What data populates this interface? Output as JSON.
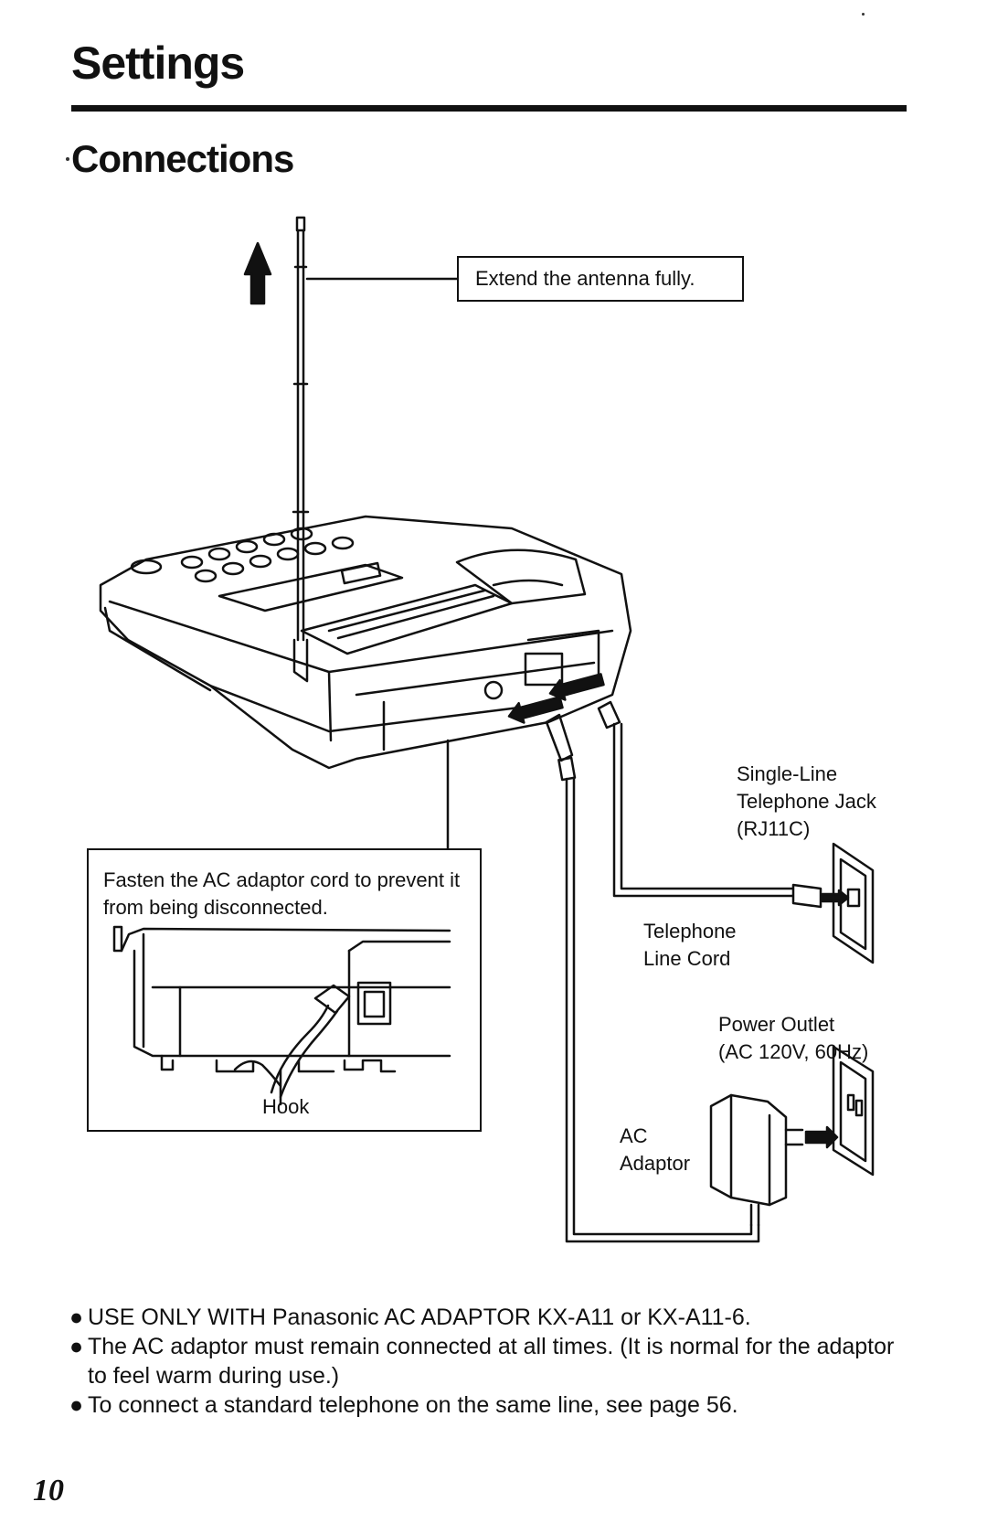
{
  "page": {
    "section_title": "Settings",
    "subsection_title": "Connections",
    "page_number": "10"
  },
  "diagram": {
    "antenna_callout": "Extend the antenna fully.",
    "fasten_note": "Fasten the AC adaptor cord to prevent it from being disconnected.",
    "hook_label": "Hook",
    "jack_label": [
      "Single-Line",
      "Telephone Jack",
      "(RJ11C)"
    ],
    "line_cord_label": [
      "Telephone",
      "Line Cord"
    ],
    "outlet_label": [
      "Power Outlet",
      "(AC 120V, 60Hz)"
    ],
    "adaptor_label": [
      "AC",
      "Adaptor"
    ]
  },
  "notes": [
    "USE ONLY WITH Panasonic AC ADAPTOR KX-A11 or KX-A11-6.",
    "The AC adaptor must remain connected at all times. (It is normal for the adaptor to feel warm during use.)",
    "To connect a standard telephone on the same line, see page 56."
  ],
  "icons": {
    "bullet": "●",
    "direction_arrow": "up-arrow-icon"
  }
}
